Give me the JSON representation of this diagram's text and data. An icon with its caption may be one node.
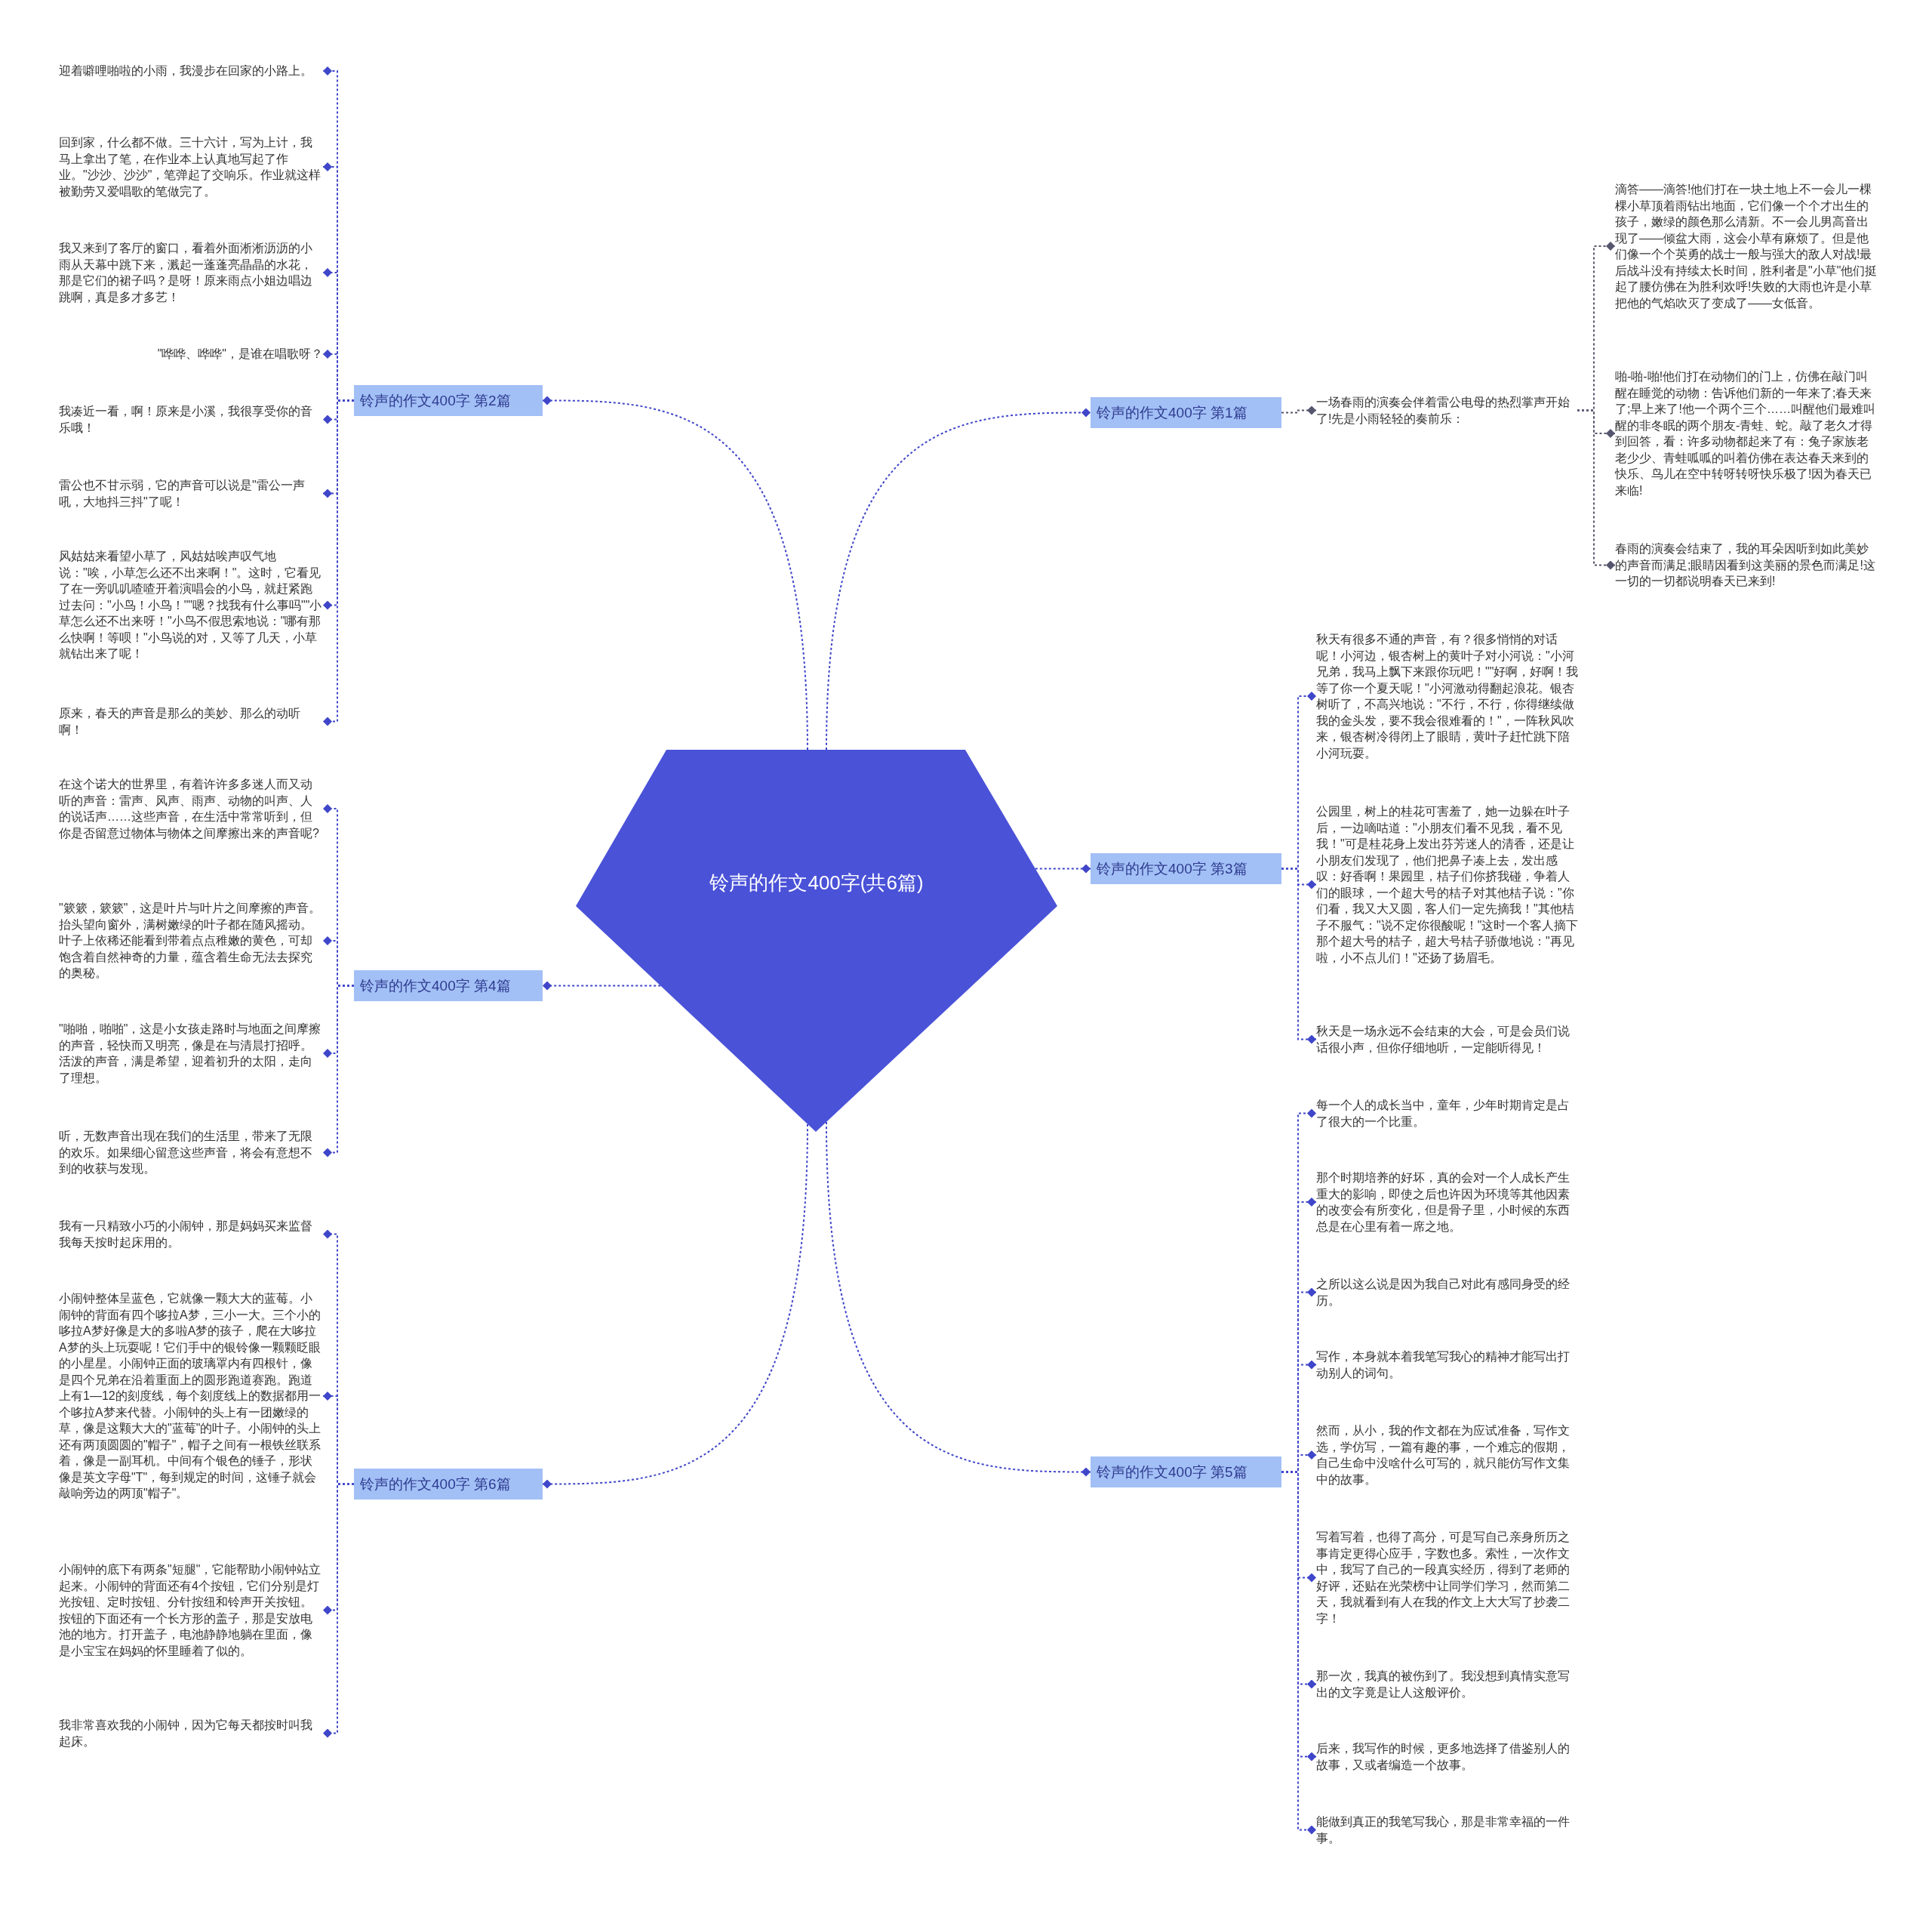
{
  "diagram": {
    "nodes": [
      {
        "text": [
          "铃声的作文400字(共6篇)"
        ]
      },
      {
        "text": [
          "铃声的作文400字 第1篇"
        ]
      },
      {
        "text": [
          "一场春雨的演奏会伴着雷公电母的热烈掌声开始了!先是小雨轻轻的奏前乐："
        ]
      },
      {
        "text": [
          "滴答——滴答!他们打在一块土地上不一会儿一棵棵小草顶着雨钻出地面，它们像一个个才出生的孩子，嫩绿的颜色那么清新。不一会儿男高音出现了——倾盆大雨，这会小草有麻烦了。但是他们像一个个英勇的战士一般与强大的敌人对战!最后战斗没有持续太长时间，胜利者是\"小草\"他们挺起了腰仿佛在为胜利欢呼!失败的大雨也许是小草把他的气焰吹灭了变成了——女低音。"
        ]
      },
      {
        "text": [
          "啪-啪-啪!他们打在动物们的门上，仿佛在敲门叫醒在睡觉的动物：告诉他们新的一年来了;春天来了;早上来了!他一个两个三个……叫醒他们最难叫醒的非冬眠的两个朋友-青蛙、蛇。敲了老久才得到回答，看：许多动物都起来了有：兔子家族老老少少、青蛙呱呱的叫着仿佛在表达春天来到的快乐、鸟儿在空中转呀转呀快乐极了!因为春天已来临!"
        ]
      },
      {
        "text": [
          "春雨的演奏会结束了，我的耳朵因听到如此美妙的声音而满足;眼睛因看到这美丽的景色而满足!这一切的一切都说明春天已来到!"
        ]
      },
      {
        "text": [
          "铃声的作文400字 第2篇"
        ]
      },
      {
        "text": [
          "迎着噼哩啪啦的小雨，我漫步在回家的小路上。"
        ]
      },
      {
        "text": [
          "回到家，什么都不做。三十六计，写为上计，我马上拿出了笔，在作业本上认真地写起了作业。\"沙沙、沙沙\"，笔弹起了交响乐。作业就这样被勤劳又爱唱歌的笔做完了。"
        ]
      },
      {
        "text": [
          "我又来到了客厅的窗口，看着外面淅淅沥沥的小雨从天幕中跳下来，溅起一蓬蓬亮晶晶的水花，那是它们的裙子吗？是呀！原来雨点小姐边唱边跳啊，真是多才多艺！"
        ]
      },
      {
        "text": [
          "\"哗哗、哗哗\"，是谁在唱歌呀？"
        ]
      },
      {
        "text": [
          "我凑近一看，啊！原来是小溪，我很享受你的音乐哦！"
        ]
      },
      {
        "text": [
          "雷公也不甘示弱，它的声音可以说是\"雷公一声吼，大地抖三抖\"了呢！"
        ]
      },
      {
        "text": [
          "风姑姑来看望小草了，风姑姑唉声叹气地说：\"唉，小草怎么还不出来啊！\"。这时，它看见了在一旁叽叽喳喳开着演唱会的小鸟，就赶紧跑过去问：\"小鸟！小鸟！\"\"嗯？找我有什么事吗\"\"小草怎么还不出来呀！\"小鸟不假思索地说：\"哪有那么快啊！等呗！\"小鸟说的对，又等了几天，小草就钻出来了呢！"
        ]
      },
      {
        "text": [
          "原来，春天的声音是那么的美妙、那么的动听啊！"
        ]
      },
      {
        "text": [
          "铃声的作文400字 第3篇"
        ]
      },
      {
        "text": [
          "秋天有很多不通的声音，有？很多悄悄的对话呢！小河边，银杏树上的黄叶子对小河说：\"小河兄弟，我马上飘下来跟你玩吧！\"\"好啊，好啊！我等了你一个夏天呢！\"小河激动得翻起浪花。银杏树听了，不高兴地说：\"不行，不行，你得继续做我的金头发，要不我会很难看的！\"，一阵秋风吹来，银杏树冷得闭上了眼睛，黄叶子赶忙跳下陪小河玩耍。"
        ]
      },
      {
        "text": [
          "公园里，树上的桂花可害羞了，她一边躲在叶子后，一边嘀咕道：\"小朋友们看不见我，看不见我！\"可是桂花身上发出芬芳迷人的清香，还是让小朋友们发现了，他们把鼻子凑上去，发出感叹：好香啊！果园里，桔子们你挤我碰，争着人们的眼球，一个超大号的桔子对其他桔子说：\"你们看，我又大又圆，客人们一定先摘我！\"其他桔子不服气：\"说不定你很酸呢！\"这时一个客人摘下那个超大号的桔子，超大号桔子骄傲地说：\"再见啦，小不点儿们！\"还扬了扬眉毛。"
        ]
      },
      {
        "text": [
          "秋天是一场永远不会结束的大会，可是会员们说话很小声，但你仔细地听，一定能听得见！"
        ]
      },
      {
        "text": [
          "铃声的作文400字 第4篇"
        ]
      },
      {
        "text": [
          "在这个诺大的世界里，有着许许多多迷人而又动听的声音：雷声、风声、雨声、动物的叫声、人的说话声……这些声音，在生活中常常听到，但你是否留意过物体与物体之间摩擦出来的声音呢?"
        ]
      },
      {
        "text": [
          "\"簌簌，簌簌\"，这是叶片与叶片之间摩擦的声音。抬头望向窗外，满树嫩绿的叶子都在随风摇动。叶子上依稀还能看到带着点点稚嫩的黄色，可却饱含着自然神奇的力量，蕴含着生命无法去探究的奥秘。"
        ]
      },
      {
        "text": [
          "\"啪啪，啪啪\"，这是小女孩走路时与地面之间摩擦的声音，轻快而又明亮，像是在与清晨打招呼。活泼的声音，满是希望，迎着初升的太阳，走向了理想。"
        ]
      },
      {
        "text": [
          "听，无数声音出现在我们的生活里，带来了无限的欢乐。如果细心留意这些声音，将会有意想不到的收获与发现。"
        ]
      },
      {
        "text": [
          "铃声的作文400字 第5篇"
        ]
      },
      {
        "text": [
          "每一个人的成长当中，童年，少年时期肯定是占了很大的一个比重。"
        ]
      },
      {
        "text": [
          "那个时期培养的好坏，真的会对一个人成长产生重大的影响，即使之后也许因为环境等其他因素的改变会有所变化，但是骨子里，小时候的东西总是在心里有着一席之地。"
        ]
      },
      {
        "text": [
          "之所以这么说是因为我自己对此有感同身受的经历。"
        ]
      },
      {
        "text": [
          "写作，本身就本着我笔写我心的精神才能写出打动别人的词句。"
        ]
      },
      {
        "text": [
          "然而，从小，我的作文都在为应试准备，写作文选，学仿写，一篇有趣的事，一个难忘的假期，自己生命中没啥什么可写的，就只能仿写作文集中的故事。"
        ]
      },
      {
        "text": [
          "写着写着，也得了高分，可是写自己亲身所历之事肯定更得心应手，字数也多。索性，一次作文中，我写了自己的一段真实经历，得到了老师的好评，还贴在光荣榜中让同学们学习，然而第二天，我就看到有人在我的作文上大大写了抄袭二字！"
        ]
      },
      {
        "text": [
          "那一次，我真的被伤到了。我没想到真情实意写出的文字竟是让人这般评价。"
        ]
      },
      {
        "text": [
          "后来，我写作的时候，更多地选择了借鉴别人的故事，又或者编造一个故事。"
        ]
      },
      {
        "text": [
          "能做到真正的我笔写我心，那是非常幸福的一件事。"
        ]
      },
      {
        "text": [
          "铃声的作文400字 第6篇"
        ]
      },
      {
        "text": [
          "我有一只精致小巧的小闹钟，那是妈妈买来监督我每天按时起床用的。"
        ]
      },
      {
        "text": [
          "小闹钟整体呈蓝色，它就像一颗大大的蓝莓。小闹钟的背面有四个哆拉A梦，三小一大。三个小的哆拉A梦好像是大的多啦A梦的孩子，爬在大哆拉A梦的头上玩耍呢！它们手中的银铃像一颗颗眨眼的小星星。小闹钟正面的玻璃罩内有四根针，像是四个兄弟在沿着重面上的圆形跑道赛跑。跑道上有1—12的刻度线，每个刻度线上的数据都用一个哆拉A梦来代替。小闹钟的头上有一团嫩绿的草，像是这颗大大的\"蓝莓\"的叶子。小闹钟的头上还有两顶圆圆的\"帽子\"，帽子之间有一根铁丝联系着，像是一副耳机。中间有个银色的锤子，形状像是英文字母\"T\"，每到规定的时间，这锤子就会敲响旁边的两顶\"帽子\"。"
        ]
      },
      {
        "text": [
          "小闹钟的底下有两条\"短腿\"，它能帮助小闹钟站立起来。小闹钟的背面还有4个按钮，它们分别是灯光按钮、定时按钮、分针按纽和铃声开关按钮。按钮的下面还有一个长方形的盖子，那是安放电池的地方。打开盖子，电池静静地躺在里面，像是小宝宝在妈妈的怀里睡着了似的。"
        ]
      },
      {
        "text": [
          "我非常喜欢我的小闹钟，因为它每天都按时叫我起床。"
        ]
      }
    ],
    "edges": [
      {
        "from": 0,
        "to": 1,
        "arrow": "other"
      },
      {
        "from": 1,
        "to": 2,
        "arrow": "other",
        "color": "#55556e"
      },
      {
        "from": 2,
        "to": 3,
        "arrow": "other",
        "color": "#55556e"
      },
      {
        "from": 2,
        "to": 4,
        "arrow": "other",
        "color": "#55556e"
      },
      {
        "from": 2,
        "to": 5,
        "arrow": "other",
        "color": "#55556e"
      },
      {
        "from": 0,
        "to": 6,
        "arrow": "other"
      },
      {
        "from": 6,
        "to": 7,
        "arrow": "other"
      },
      {
        "from": 6,
        "to": 8,
        "arrow": "other"
      },
      {
        "from": 6,
        "to": 9,
        "arrow": "other"
      },
      {
        "from": 6,
        "to": 10,
        "arrow": "other"
      },
      {
        "from": 6,
        "to": 11,
        "arrow": "other"
      },
      {
        "from": 6,
        "to": 12,
        "arrow": "other"
      },
      {
        "from": 6,
        "to": 13,
        "arrow": "other"
      },
      {
        "from": 6,
        "to": 14,
        "arrow": "other"
      },
      {
        "from": 0,
        "to": 15,
        "arrow": "other"
      },
      {
        "from": 15,
        "to": 16,
        "arrow": "other"
      },
      {
        "from": 15,
        "to": 17,
        "arrow": "other"
      },
      {
        "from": 15,
        "to": 18,
        "arrow": "other"
      },
      {
        "from": 0,
        "to": 19,
        "arrow": "other"
      },
      {
        "from": 19,
        "to": 20,
        "arrow": "other"
      },
      {
        "from": 19,
        "to": 21,
        "arrow": "other"
      },
      {
        "from": 19,
        "to": 22,
        "arrow": "other"
      },
      {
        "from": 19,
        "to": 23,
        "arrow": "other"
      },
      {
        "from": 0,
        "to": 24,
        "arrow": "other"
      },
      {
        "from": 24,
        "to": 25,
        "arrow": "other"
      },
      {
        "from": 24,
        "to": 26,
        "arrow": "other"
      },
      {
        "from": 24,
        "to": 27,
        "arrow": "other"
      },
      {
        "from": 24,
        "to": 28,
        "arrow": "other"
      },
      {
        "from": 24,
        "to": 29,
        "arrow": "other"
      },
      {
        "from": 24,
        "to": 30,
        "arrow": "other"
      },
      {
        "from": 24,
        "to": 31,
        "arrow": "other"
      },
      {
        "from": 24,
        "to": 32,
        "arrow": "other"
      },
      {
        "from": 24,
        "to": 33,
        "arrow": "other"
      },
      {
        "from": 0,
        "to": 34,
        "arrow": "other"
      },
      {
        "from": 34,
        "to": 35,
        "arrow": "other"
      },
      {
        "from": 34,
        "to": 36,
        "arrow": "other"
      },
      {
        "from": 34,
        "to": 37,
        "arrow": "other"
      },
      {
        "from": 34,
        "to": 38,
        "arrow": "other"
      }
    ]
  }
}
